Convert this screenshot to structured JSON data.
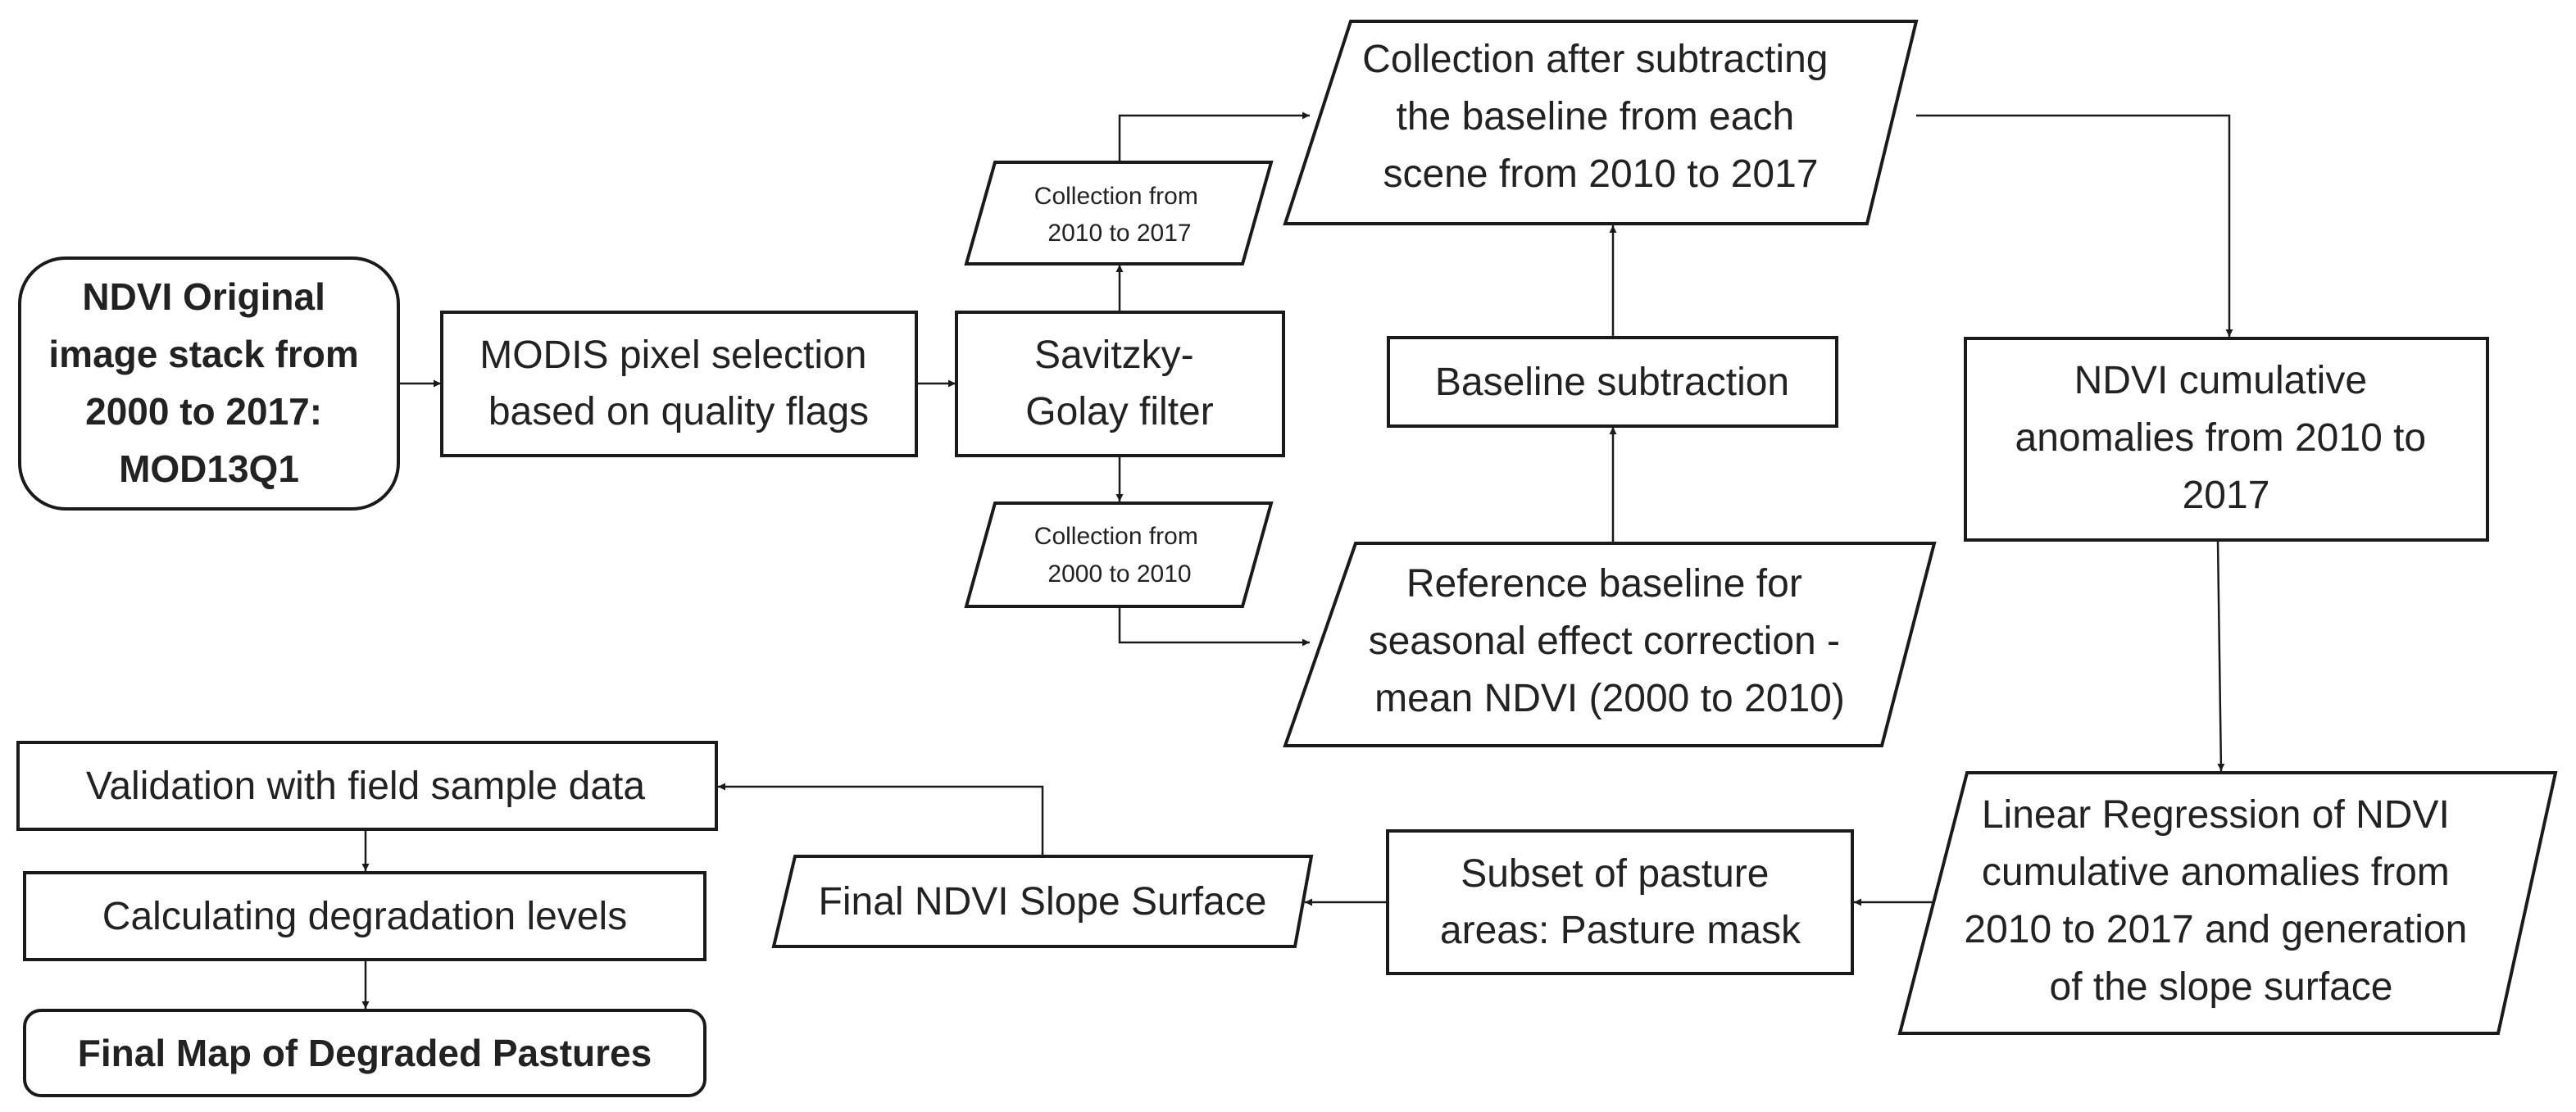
{
  "nodes": {
    "ndvi_original": [
      "NDVI Original",
      "image stack from",
      "2000 to 2017:",
      "MOD13Q1"
    ],
    "modis_selection": [
      "MODIS pixel selection",
      "based on quality flags"
    ],
    "savitzky_golay": [
      "Savitzky-",
      "Golay filter"
    ],
    "collection_2010_2017": [
      "Collection from",
      "2010 to 2017"
    ],
    "collection_2000_2010": [
      "Collection from",
      "2000 to 2010"
    ],
    "collection_after_subtracting": [
      "Collection after subtracting",
      "the baseline from each",
      "scene from 2010 to 2017"
    ],
    "baseline_subtraction": [
      "Baseline subtraction"
    ],
    "reference_baseline": [
      "Reference baseline for",
      "seasonal effect correction -",
      "mean NDVI (2000 to 2010)"
    ],
    "cumulative_anomalies": [
      "NDVI cumulative",
      "anomalies from 2010 to",
      "2017"
    ],
    "linear_regression": [
      "Linear Regression of NDVI",
      "cumulative anomalies from",
      "2010 to 2017 and generation",
      "of the slope surface"
    ],
    "pasture_subset": [
      "Subset of pasture",
      "areas: Pasture mask"
    ],
    "final_slope_surface": [
      "Final NDVI Slope Surface"
    ],
    "validation": [
      "Validation with field sample data"
    ],
    "degradation_levels": [
      "Calculating degradation levels"
    ],
    "final_map": [
      "Final Map of Degraded Pastures"
    ]
  }
}
